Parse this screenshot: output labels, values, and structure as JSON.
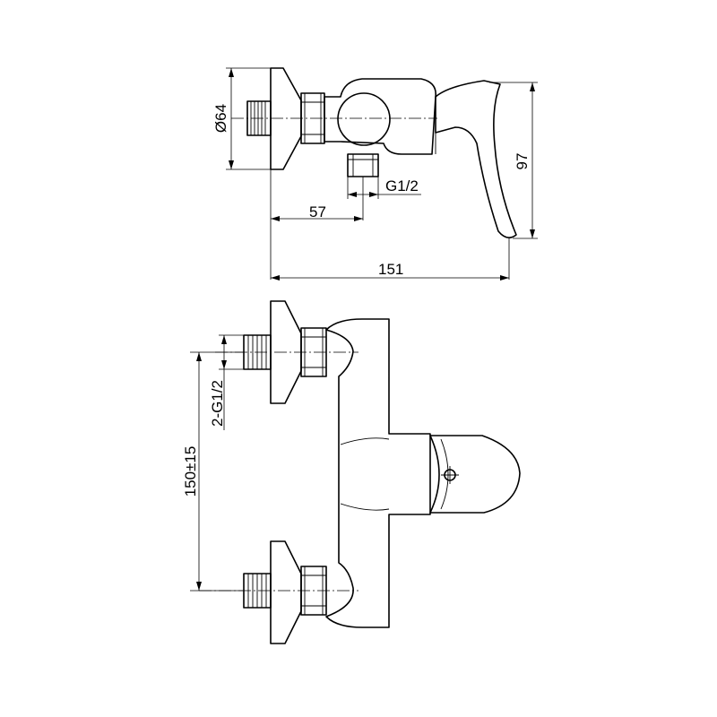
{
  "dimensions": {
    "flange_diameter": "Ø64",
    "outlet_thread": "G1/2",
    "outlet_offset": "57",
    "overall_depth": "151",
    "overall_height": "97",
    "inlet_threads": "2-G1/2",
    "inlet_spacing": "150±15"
  }
}
